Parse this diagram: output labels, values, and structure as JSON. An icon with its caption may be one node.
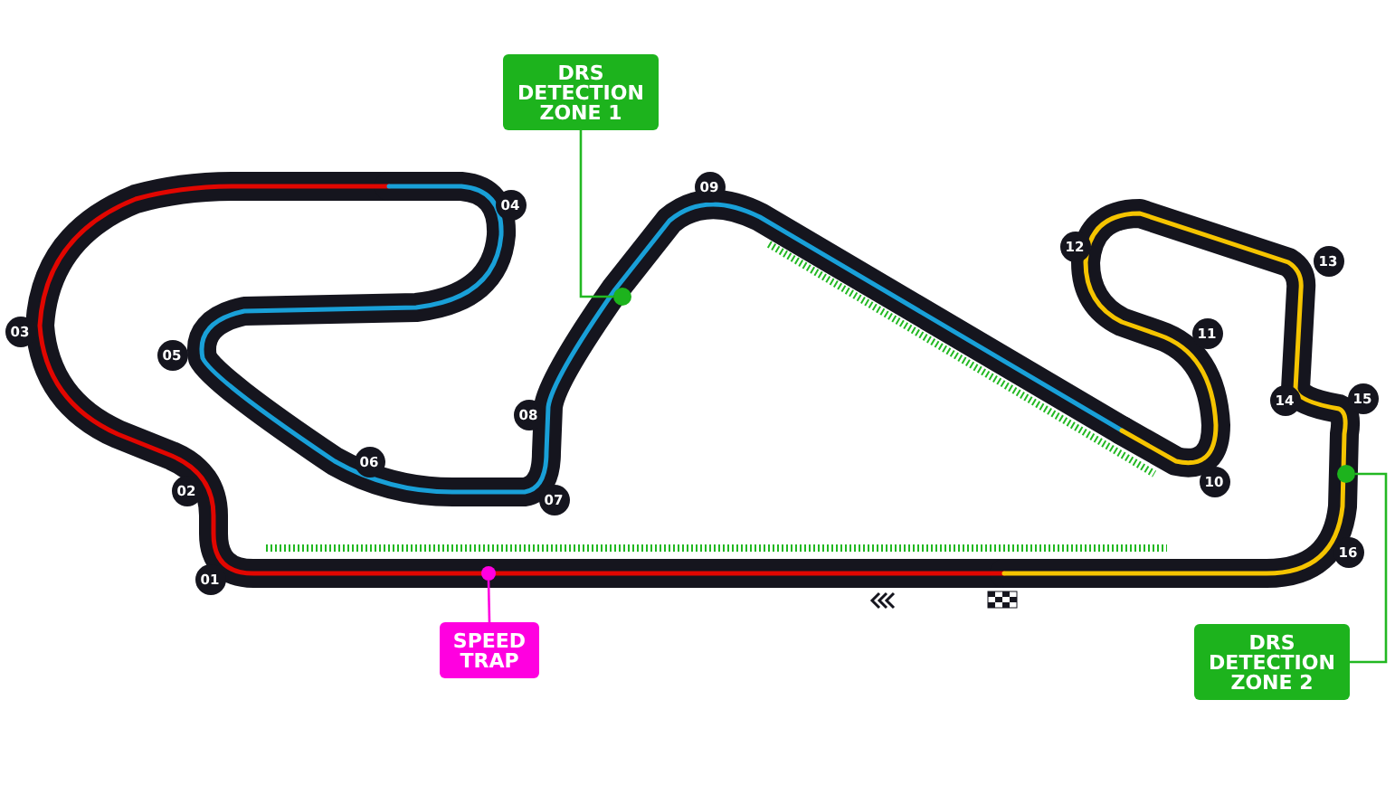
{
  "diagram": {
    "nodes": [
      {
        "text": [
          "DRS DETECTION ZONE 1"
        ]
      },
      {
        "text": [],
        "shape": "circle"
      },
      {
        "text": [],
        "shape": "circle"
      },
      {
        "text": [],
        "shape": "circle"
      },
      {
        "text": [
          "SPEED TRAP"
        ]
      },
      {
        "text": [
          "DRS DETECTION ZONE 2"
        ]
      }
    ],
    "edges": [
      {
        "from": 0,
        "to": 1,
        "arrow": "none"
      },
      {
        "from": 5,
        "to": 2,
        "arrow": "none"
      },
      {
        "from": 4,
        "to": 3,
        "arrow": "none",
        "color": "#ff00e0"
      }
    ],
    "labels": [
      "01",
      "02",
      "03",
      "04",
      "05",
      "06",
      "07",
      "08",
      "09",
      "10",
      "11",
      "12",
      "13",
      "14",
      "15",
      "16"
    ]
  }
}
